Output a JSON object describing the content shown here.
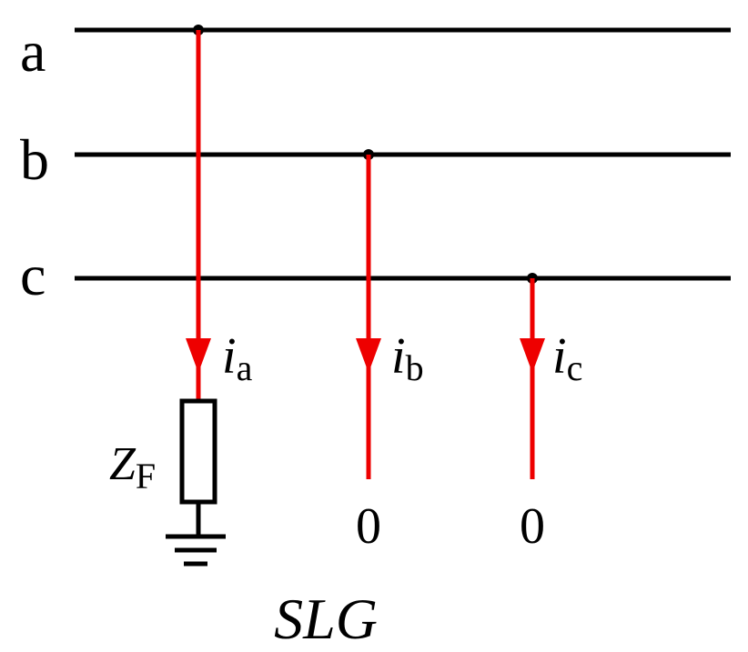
{
  "colors": {
    "line": "#000000",
    "current": "#ee0000"
  },
  "phases": [
    {
      "label": "a"
    },
    {
      "label": "b"
    },
    {
      "label": "c"
    }
  ],
  "currents": [
    {
      "symbol": "i",
      "subscript": "a"
    },
    {
      "symbol": "i",
      "subscript": "b"
    },
    {
      "symbol": "i",
      "subscript": "c"
    }
  ],
  "impedance": {
    "symbol": "Z",
    "subscript": "F"
  },
  "open_values": [
    "0",
    "0"
  ],
  "caption": "SLG",
  "icons": [
    "ground-icon",
    "resistor-icon",
    "arrow-down-icon"
  ]
}
